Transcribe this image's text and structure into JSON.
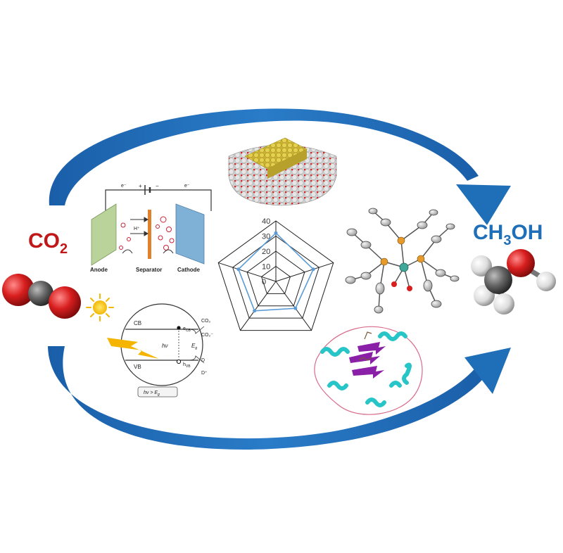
{
  "reactant": {
    "label_main": "CO",
    "label_sub": "2"
  },
  "product": {
    "label_a": "CH",
    "label_sub": "3",
    "label_b": "OH"
  },
  "electrochem": {
    "anode": "Anode",
    "separator": "Separator",
    "cathode": "Cathode",
    "e_left": "e⁻",
    "plus": "+",
    "minus": "−",
    "e_right": "e⁻",
    "h_plus": "H⁺"
  },
  "photocat": {
    "cb": "CB",
    "vb": "VB",
    "ecb": "e",
    "ecb_sub": "CB",
    "hvb": "h",
    "hvb_sub": "VB",
    "hv": "hν",
    "eg": "E",
    "eg_sub": "g",
    "out_co2": "CO₂",
    "out_co2m": "CO₂⁻",
    "out_d": "D",
    "out_dp": "D⁺",
    "condition": "hν > E",
    "condition_sub": "g"
  },
  "colors": {
    "arrow": "#1f6fb8",
    "co2_text": "#c01818",
    "product_text": "#1f6fb8",
    "radar_series": "#5b9bd5",
    "oxygen": "#d81e1e",
    "carbon": "#555555",
    "hydrogen": "#e8e8e8",
    "gold": "#d9c23a"
  },
  "chart_data": {
    "type": "radar",
    "axes_count": 5,
    "rlim": [
      0,
      40
    ],
    "ticks": [
      "0",
      "10",
      "20",
      "30",
      "40"
    ],
    "grid": true,
    "series": [
      {
        "values": [
          32,
          26,
          22,
          24,
          26
        ]
      }
    ]
  }
}
